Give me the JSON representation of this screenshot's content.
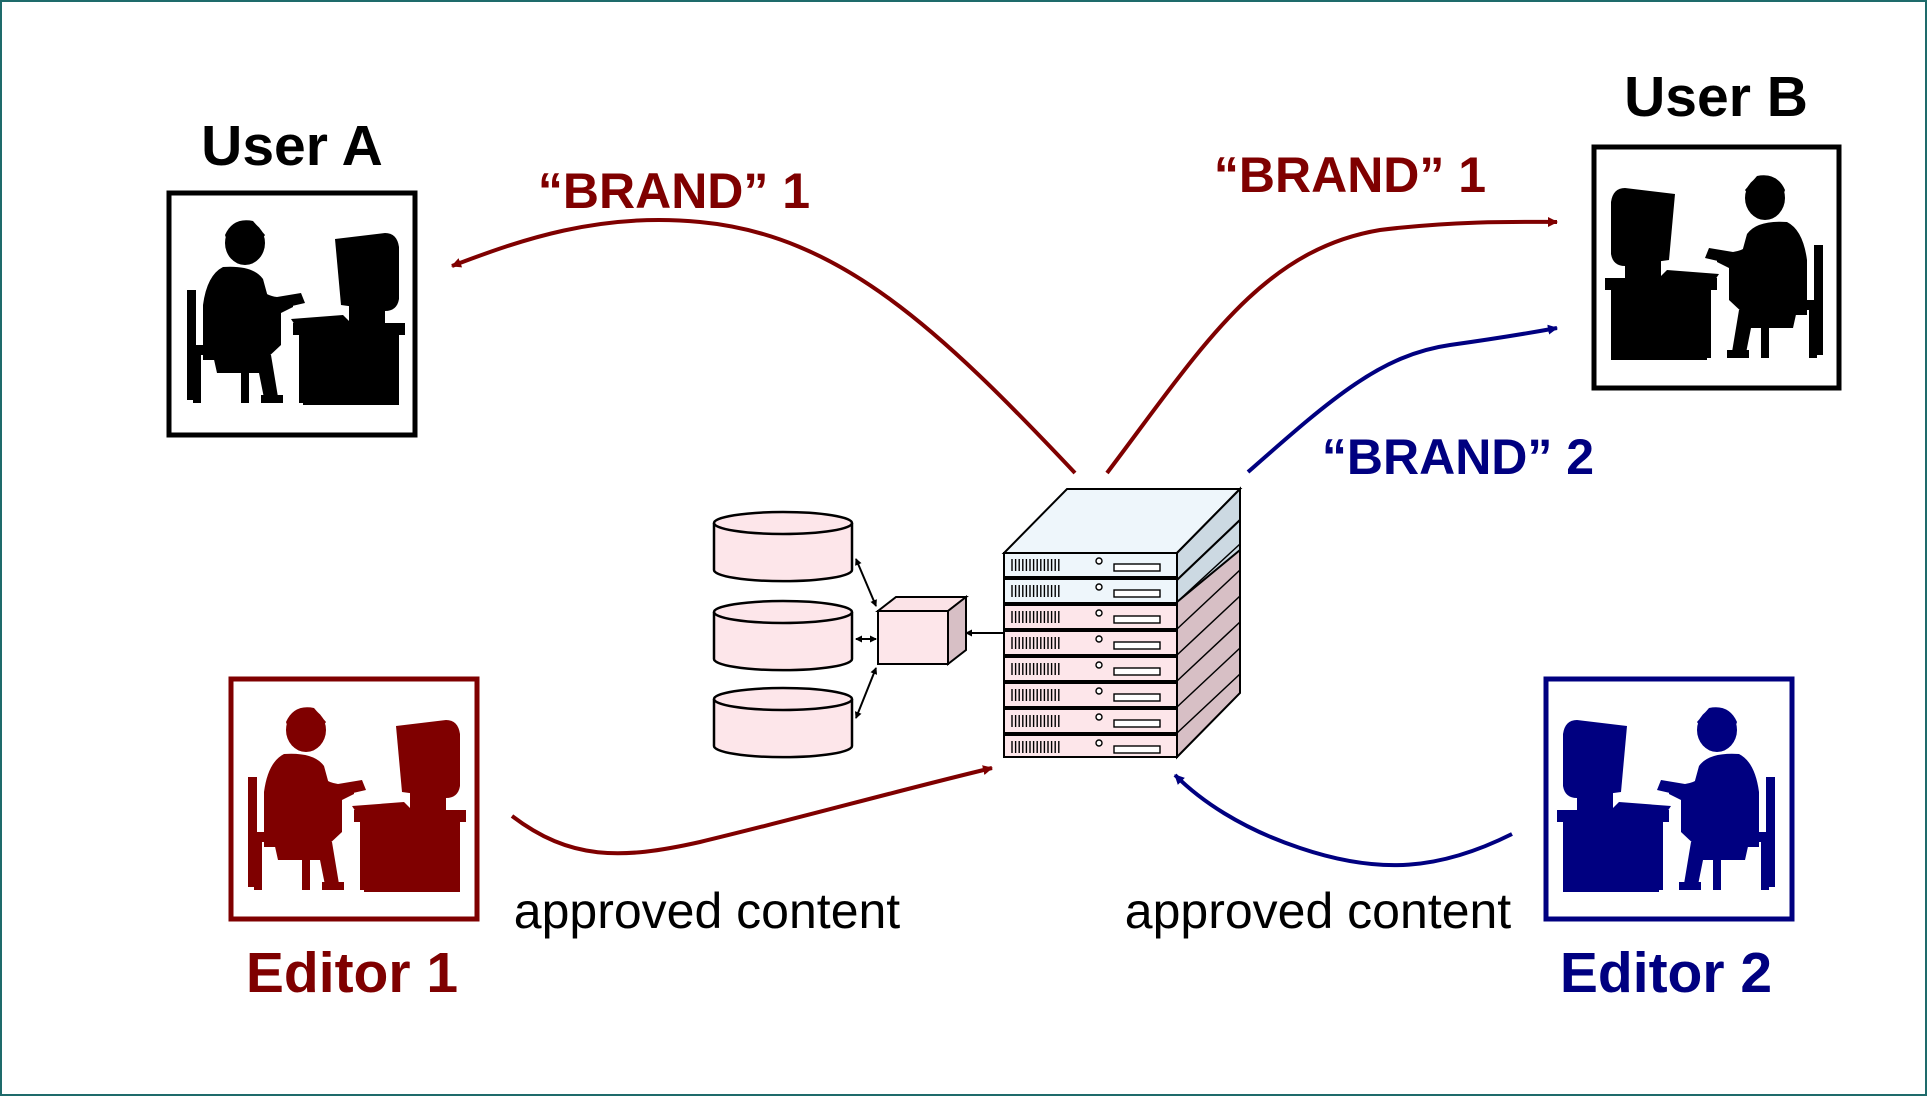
{
  "colors": {
    "brand1": "#7f0000",
    "brand2": "#000080",
    "black": "#000000",
    "frame": "#000000",
    "border_teal": "#1e6b6b",
    "db_fill": "#fde6ea",
    "server_top": "#eef6fb",
    "server_side": "#ccd9e2",
    "server_side_pink": "#d7bfc5",
    "server_front": "#ffffff"
  },
  "labels": {
    "user_a": "User A",
    "user_b": "User B",
    "editor_1": "Editor 1",
    "editor_2": "Editor 2",
    "brand1_left": "“BRAND” 1",
    "brand1_right": "“BRAND” 1",
    "brand2_right": "“BRAND” 2",
    "approved_left": "approved content",
    "approved_right": "approved content"
  },
  "icons": {
    "user_a": "person-at-computer-icon",
    "user_b": "person-at-computer-icon",
    "editor_1": "person-at-computer-icon",
    "editor_2": "person-at-computer-icon",
    "server": "server-rack-icon",
    "databases": "database-cylinder-icon",
    "connector": "connector-box-icon"
  }
}
